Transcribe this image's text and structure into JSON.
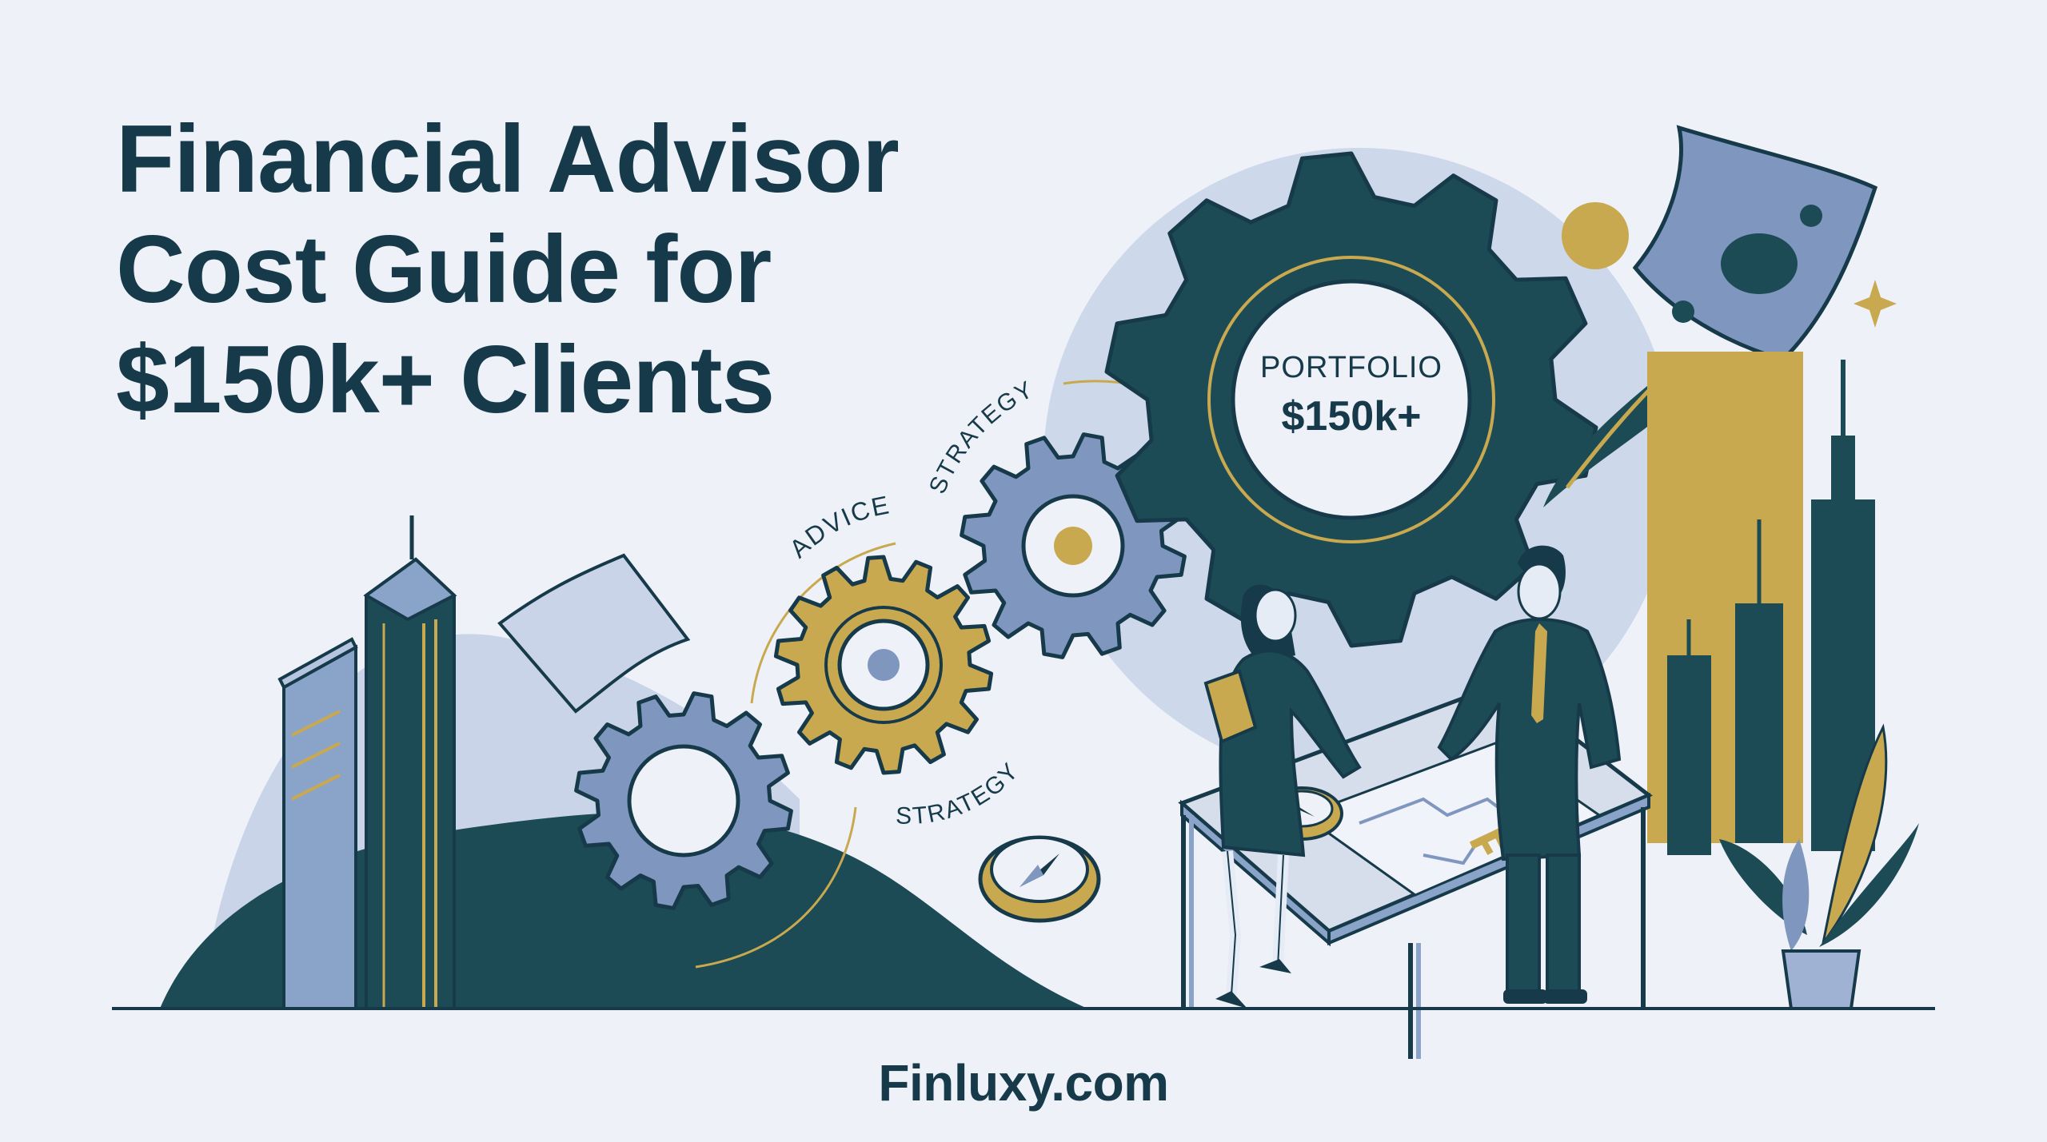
{
  "headline": {
    "line1": "Financial Advisor",
    "line2": "Cost Guide for",
    "line3": "$150k+ Clients"
  },
  "gear_labels": {
    "portfolio_title": "PORTFOLIO",
    "portfolio_value": "$150k+",
    "arc_advice": "ADVICE",
    "arc_strategy_top": "STRATEGY",
    "arc_strategy_bottom": "STRATEGY"
  },
  "footer": {
    "brand": "Finluxy.com"
  },
  "colors": {
    "background": "#eef2f8",
    "navy": "#173a4a",
    "teal_dark": "#1c4a55",
    "steel_blue": "#7f97bf",
    "light_blue": "#c9d4e8",
    "gold": "#c9a94f"
  },
  "icons": [
    "gear-icon",
    "money-bill-icon",
    "compass-icon",
    "key-icon",
    "plant-icon",
    "skyscraper-icon",
    "sparkle-icon"
  ]
}
